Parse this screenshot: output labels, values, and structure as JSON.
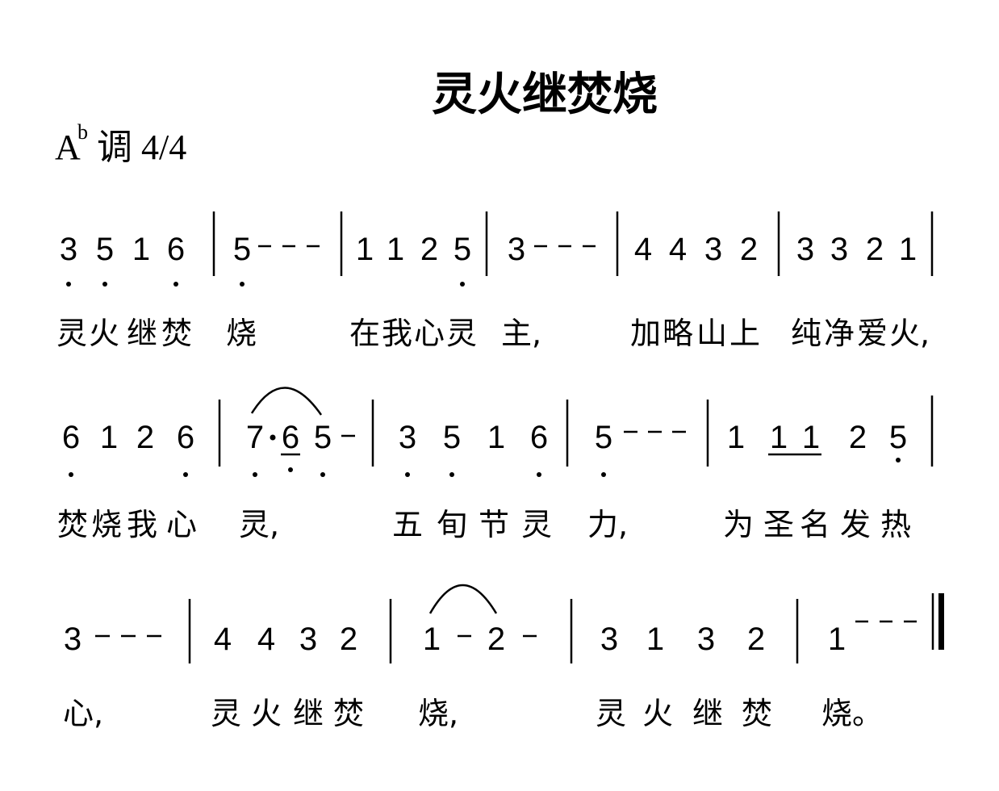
{
  "score": {
    "title": "灵火继焚烧",
    "key_letter": "A",
    "key_accidental": "b",
    "key_rest": "调 4/4",
    "systems": [
      {
        "notes": [
          "3",
          "5",
          "1",
          "6",
          "5",
          "1",
          "1",
          "2",
          "5",
          "3",
          "4",
          "4",
          "3",
          "2",
          "3",
          "3",
          "2",
          "1"
        ],
        "lyrics": [
          "灵",
          "火",
          "继",
          "焚",
          "烧",
          "在",
          "我",
          "心",
          "灵",
          "主,",
          "加",
          "略",
          "山",
          "上",
          "纯",
          "净",
          "爱",
          "火,"
        ]
      },
      {
        "notes": [
          "6",
          "1",
          "2",
          "6",
          "7",
          "6",
          "5",
          "3",
          "5",
          "1",
          "6",
          "5",
          "1",
          "1",
          "1",
          "2",
          "5"
        ],
        "lyrics": [
          "焚",
          "烧",
          "我",
          "心",
          "灵,",
          "五",
          "旬",
          "节",
          "灵",
          "力,",
          "为",
          "圣",
          "名",
          "发",
          "热"
        ]
      },
      {
        "notes": [
          "3",
          "4",
          "4",
          "3",
          "2",
          "1",
          "2",
          "3",
          "1",
          "3",
          "2",
          "1"
        ],
        "lyrics": [
          "心,",
          "灵",
          "火",
          "继",
          "焚",
          "烧,",
          "灵",
          "火",
          "继",
          "焚",
          "烧。"
        ]
      }
    ]
  }
}
